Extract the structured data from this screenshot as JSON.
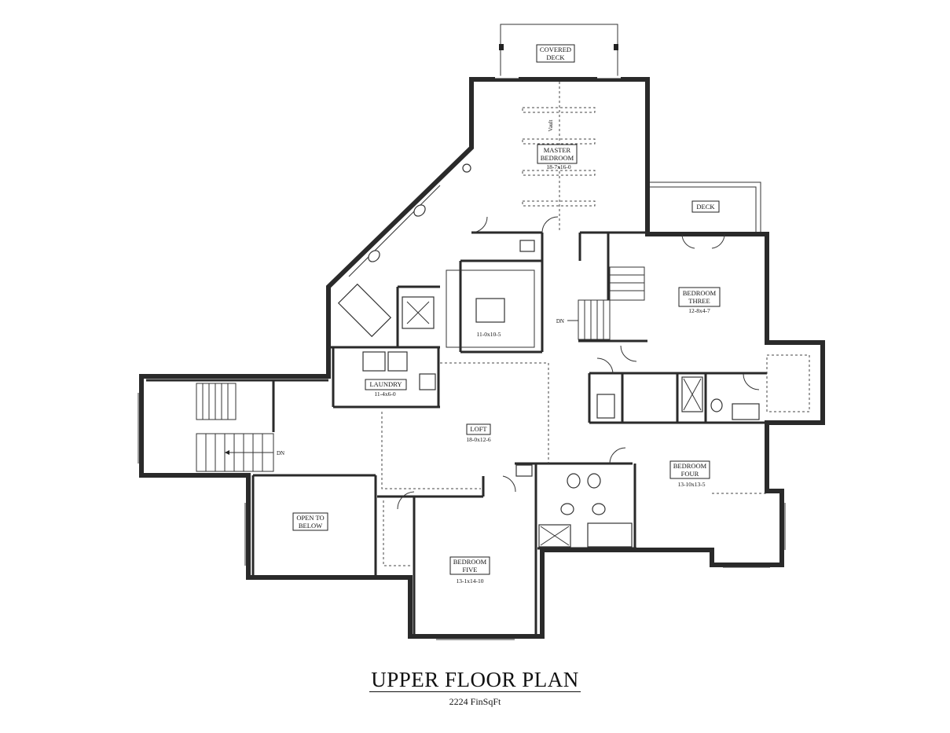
{
  "plan": {
    "title": "UPPER FLOOR PLAN",
    "subtitle": "2224 FinSqFt"
  },
  "rooms": {
    "covered_deck": {
      "name_line1": "COVERED",
      "name_line2": "DECK"
    },
    "master_bedroom": {
      "name_line1": "MASTER",
      "name_line2": "BEDROOM",
      "dims": "18-7x16-0",
      "note": "Vault"
    },
    "deck": {
      "name": "DECK"
    },
    "bedroom_three": {
      "name_line1": "BEDROOM",
      "name_line2": "THREE",
      "dims": "12-8x4-7"
    },
    "closet": {
      "dims": "11-0x10-5"
    },
    "laundry": {
      "name": "LAUNDRY",
      "dims": "11-4x6-0"
    },
    "loft": {
      "name": "LOFT",
      "dims": "18-0x12-6"
    },
    "bedroom_four": {
      "name_line1": "BEDROOM",
      "name_line2": "FOUR",
      "dims": "13-10x13-5"
    },
    "open_to_below": {
      "name_line1": "OPEN TO",
      "name_line2": "BELOW"
    },
    "bedroom_five": {
      "name_line1": "BEDROOM",
      "name_line2": "FIVE",
      "dims": "13-1x14-10"
    }
  },
  "stairs": {
    "main_down": "DN",
    "back_down": "DN"
  }
}
